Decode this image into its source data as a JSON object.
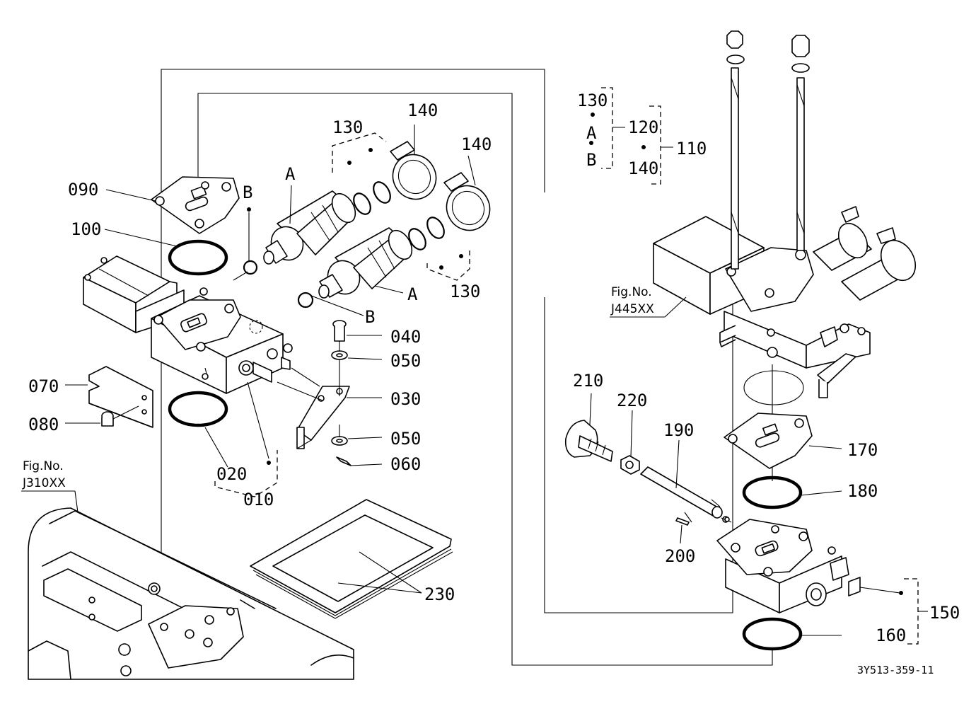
{
  "labels": {
    "p010": "010",
    "p020": "020",
    "p030": "030",
    "p040": "040",
    "p050a": "050",
    "p050b": "050",
    "p060": "060",
    "p070": "070",
    "p080": "080",
    "p090": "090",
    "p100": "100",
    "p110": "110",
    "p120": "120",
    "p130a": "130",
    "p130b": "130",
    "p130c": "130",
    "p140a": "140",
    "p140b": "140",
    "p140c": "140",
    "p150": "150",
    "p160": "160",
    "p170": "170",
    "p180": "180",
    "p190": "190",
    "p200": "200",
    "p210": "210",
    "p220": "220",
    "p230": "230",
    "a1": "A",
    "a2": "A",
    "a3": "A",
    "b1": "B",
    "b2": "B",
    "b3": "B"
  },
  "figure_refs": {
    "left_prefix": "Fig.No.",
    "left_code": "J310XX",
    "right_prefix": "Fig.No.",
    "right_code": "J445XX"
  },
  "diagram_code": "3Y513-359-11"
}
